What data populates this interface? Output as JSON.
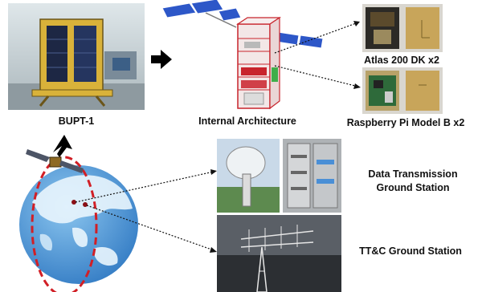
{
  "labels": {
    "bupt": "BUPT-1",
    "internal": "Internal Architecture",
    "atlas": "Atlas 200 DK x2",
    "raspberry": "Raspberry Pi Model B x2",
    "data_station_line1": "Data Transmission",
    "data_station_line2": "Ground Station",
    "ttc_station": "TT&C Ground Station"
  },
  "colors": {
    "solar_panel": "#2d57c8",
    "frame_red": "#c8242c",
    "ocean": "#3f8fd6",
    "land": "#9fd0f0",
    "orbit": "#d11f26",
    "gold": "#c8a55a"
  },
  "icons": {
    "arrow": "right-arrow-icon",
    "orbit": "dashed-orbit-icon"
  }
}
